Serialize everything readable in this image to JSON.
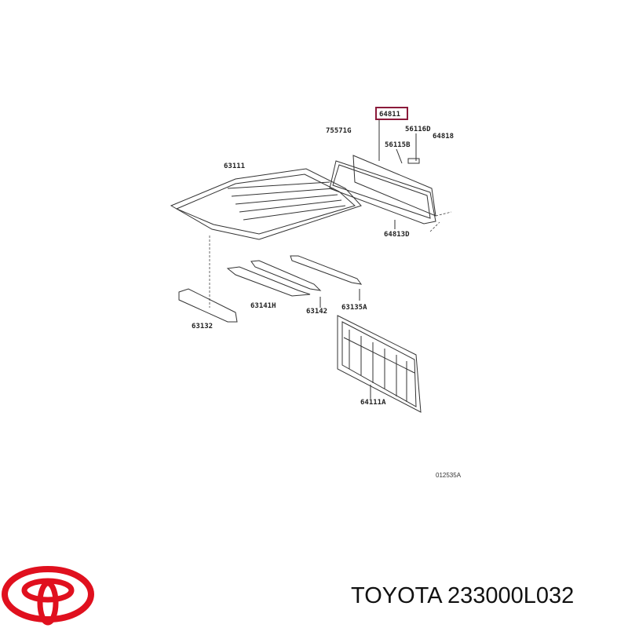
{
  "diagram": {
    "highlighted_part": "64811",
    "labels": {
      "p64811": "64811",
      "p75571g": "75571G",
      "p56116d": "56116D",
      "p64818": "64818",
      "p56115b": "56115B",
      "p63111": "63111",
      "p64813d": "64813D",
      "p63141h": "63141H",
      "p63142": "63142",
      "p63135a": "63135A",
      "p63132": "63132",
      "p64111a": "64111A"
    },
    "drawing_code": "012535A",
    "highlight_color": "#8b1a3a"
  },
  "brand": {
    "logo": "toyota-logo",
    "logo_color": "#e0101e",
    "caption": "TOYOTA 233000L032"
  }
}
